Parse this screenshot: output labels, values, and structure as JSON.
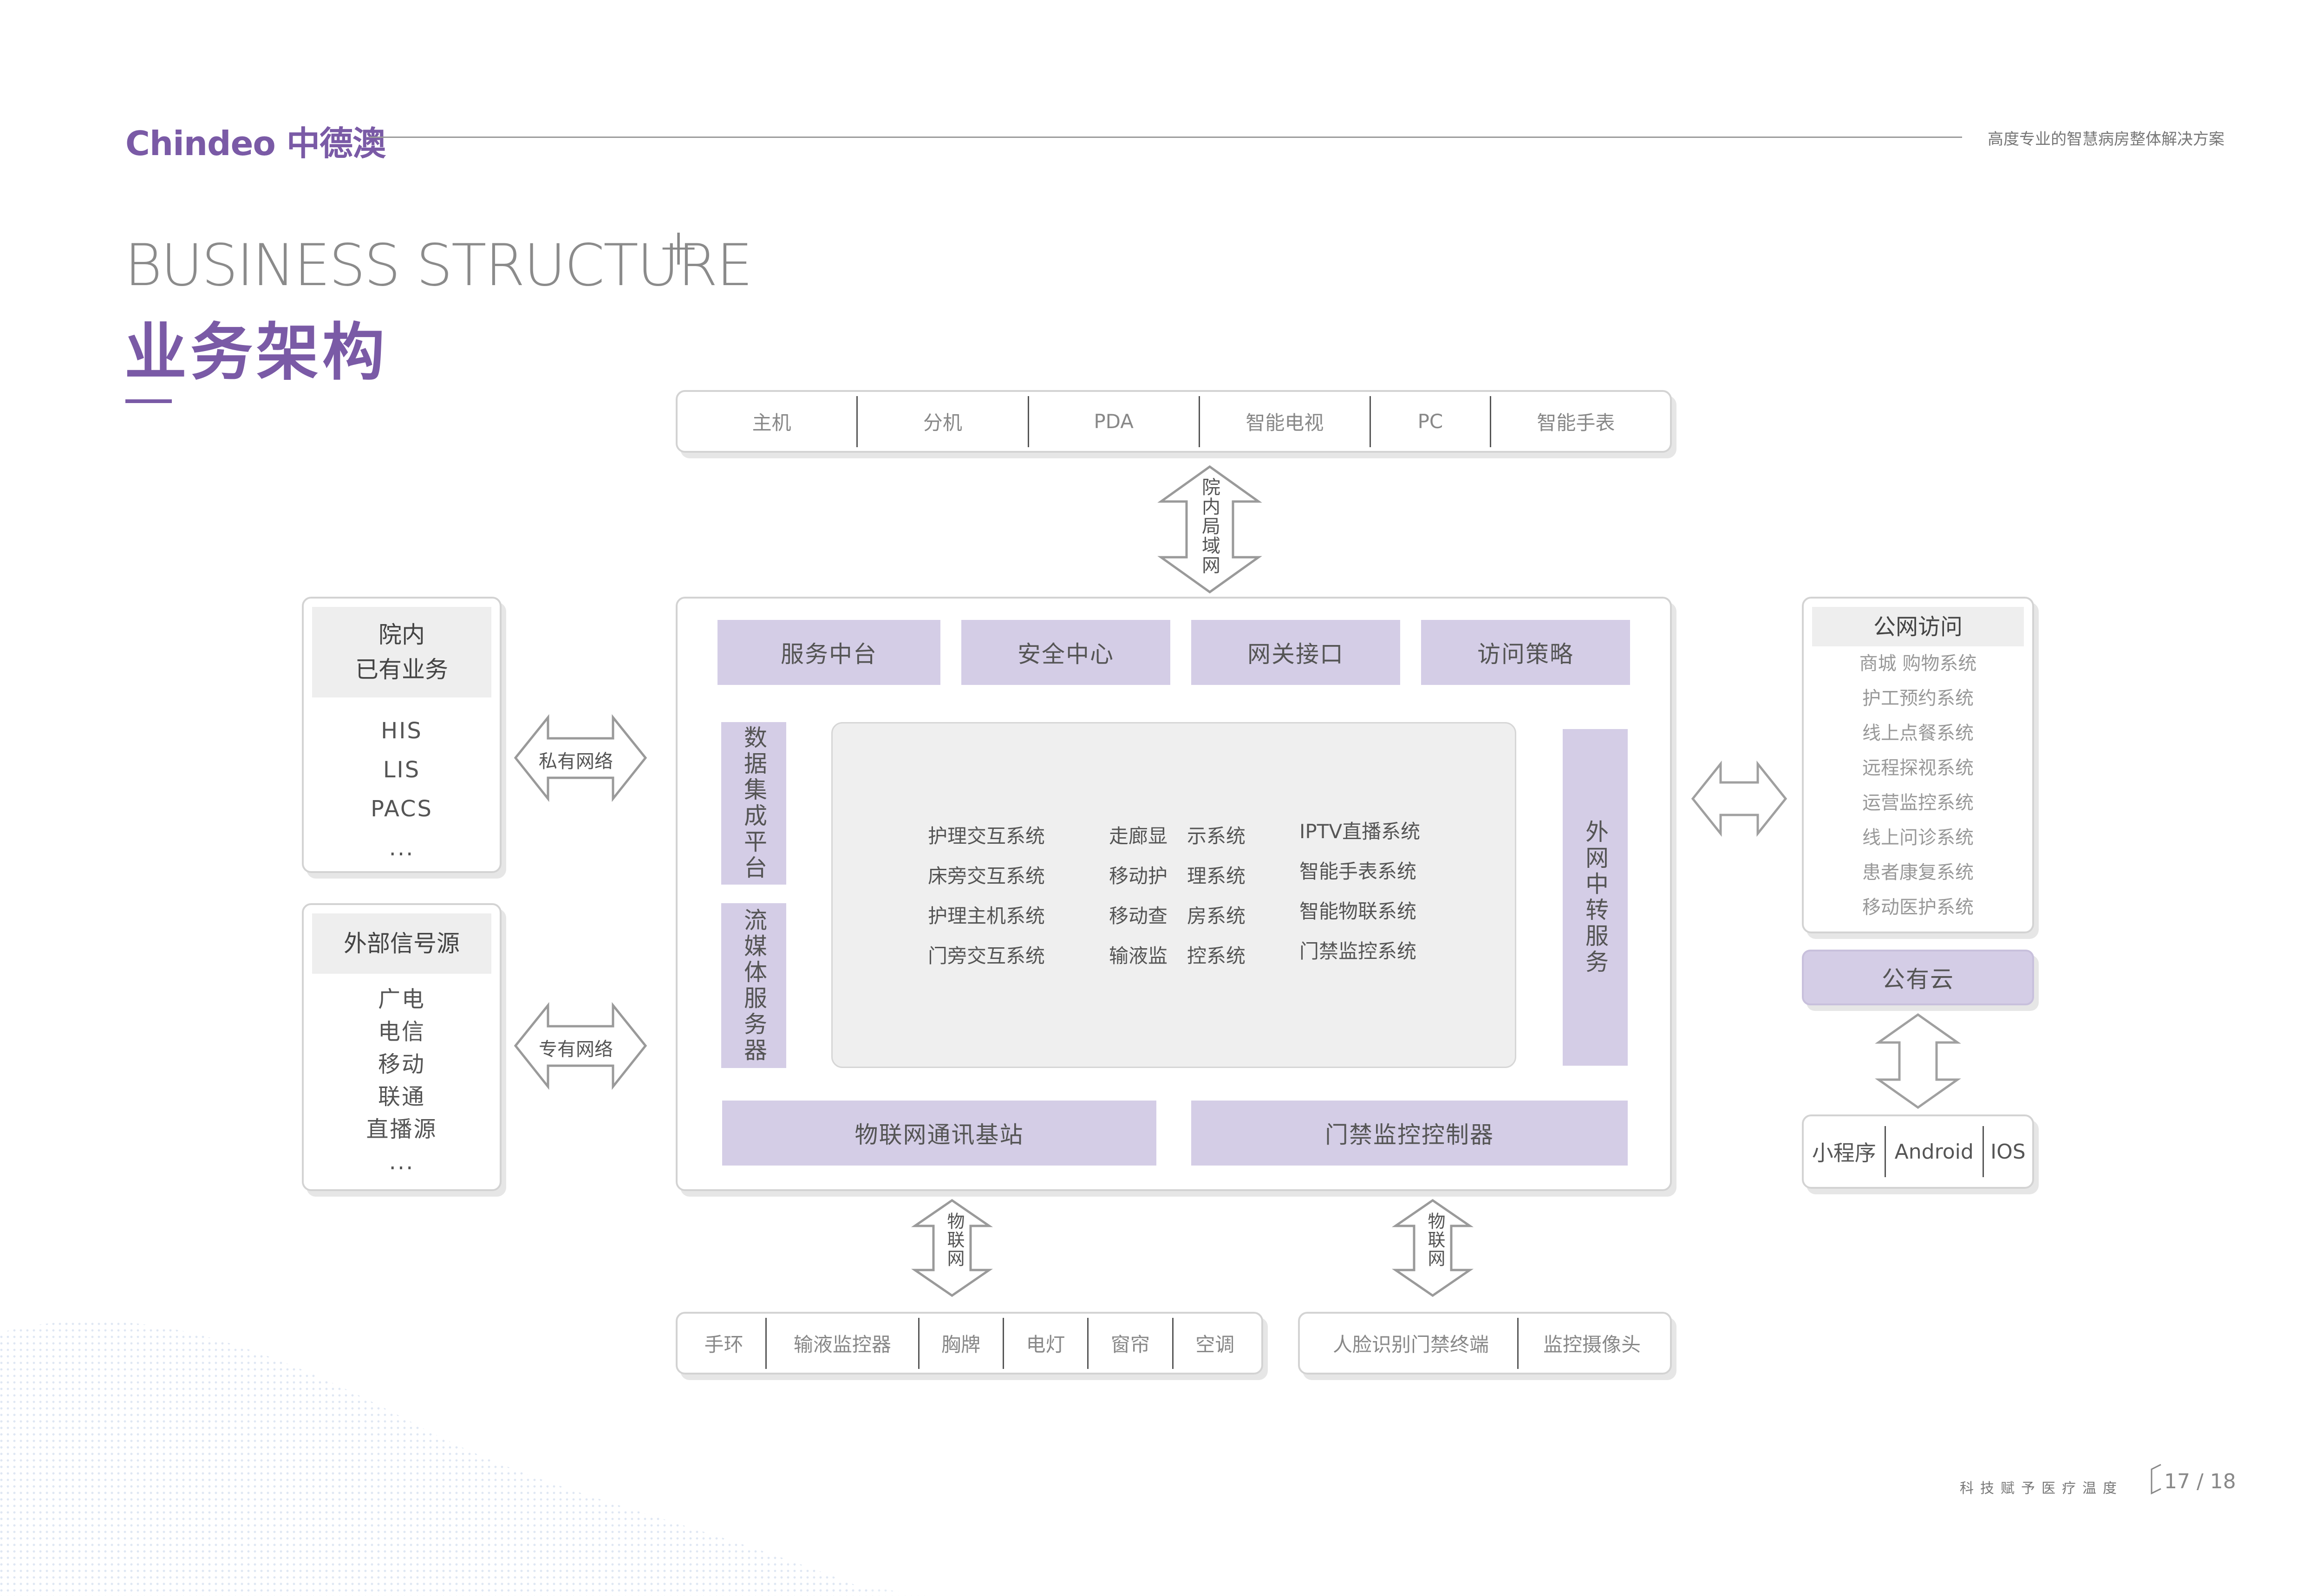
{
  "header": {
    "logo": "Chindeo 中德澳",
    "tagline": "高度专业的智慧病房整体解决方案"
  },
  "title": {
    "en": "BUSINESS STRUCTURE",
    "plus": "+",
    "zh": "业务架构"
  },
  "devices": [
    "主机",
    "分机",
    "PDA",
    "智能电视",
    "PC",
    "智能手表"
  ],
  "lan_label": "院内局域网",
  "left": {
    "internal": {
      "title_line1": "院内",
      "title_line2": "已有业务",
      "items": [
        "HIS",
        "LIS",
        "PACS",
        "..."
      ]
    },
    "private_net": "私有网络",
    "external": {
      "title": "外部信号源",
      "items": [
        "广电",
        "电信",
        "移动",
        "联通",
        "直播源",
        "..."
      ]
    },
    "dedicated_net": "专有网络"
  },
  "center": {
    "top_modules": [
      "服务中台",
      "安全中心",
      "网关接口",
      "访问策略"
    ],
    "left_modules": [
      "数据集成平台",
      "流媒体服务器"
    ],
    "right_module": "外网中转服务",
    "systems": {
      "col1": [
        "护理交互系统",
        "床旁交互系统",
        "护理主机系统",
        "门旁交互系统"
      ],
      "col2": [
        "走廊显　示系统",
        "移动护　理系统",
        "移动查　房系统",
        "输液监　控系统"
      ],
      "col3": [
        "IPTV直播系统",
        "智能手表系统",
        "智能物联系统",
        "门禁监控系统"
      ]
    },
    "bottom_modules": [
      "物联网通讯基站",
      "门禁监控控制器"
    ]
  },
  "right": {
    "public_title": "公网访问",
    "public_items": [
      "商城 购物系统",
      "护工预约系统",
      "线上点餐系统",
      "远程探视系统",
      "运营监控系统",
      "线上问诊系统",
      "患者康复系统",
      "移动医护系统"
    ],
    "cloud": "公有云",
    "clients": [
      "小程序",
      "Android",
      "IOS"
    ]
  },
  "iot_label": "物联网",
  "bottom_left": [
    "手环",
    "输液监控器",
    "胸牌",
    "电灯",
    "窗帘",
    "空调"
  ],
  "bottom_right": [
    "人脸识别门禁终端",
    "监控摄像头"
  ],
  "footer": {
    "slogan": "科技赋予医疗温度",
    "page": "17 / 18"
  },
  "colors": {
    "accent": "#7a5aa6",
    "module_fill": "#d4cde6",
    "panel_fill": "#eeeeee"
  }
}
